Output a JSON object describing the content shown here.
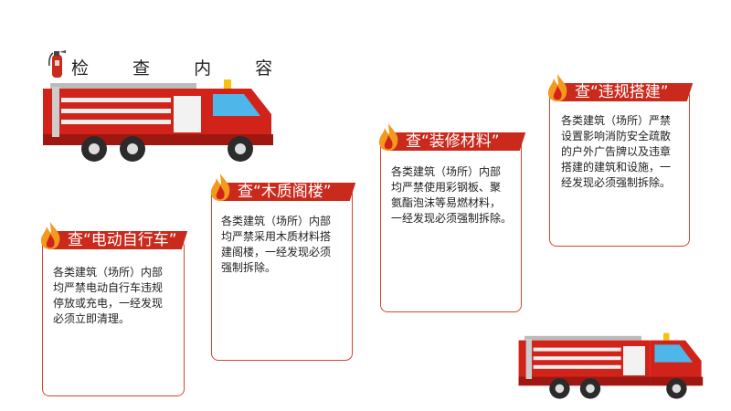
{
  "title": "检 查 内 容",
  "cards": [
    {
      "header": "查“电动自行车”",
      "body": [
        "各类建筑（场所）内部",
        "均严禁电动自行车违规",
        "停放或充电，一经发现",
        "必须立即清理。"
      ]
    },
    {
      "header": "查“木质阁楼”",
      "body": [
        "各类建筑（场所）内部",
        "均严禁采用木质材料搭",
        "建阁楼，一经发现必须",
        "强制拆除。"
      ]
    },
    {
      "header": "查“装修材料”",
      "body": [
        "各类建筑（场所）内部",
        "均严禁使用彩钢板、聚",
        "氨酯泡沫等易燃材料，",
        "一经发现必须强制拆除。"
      ]
    },
    {
      "header": "查“违规搭建”",
      "body": [
        "各类建筑（场所）严禁",
        "设置影响消防安全疏散",
        "的户外广告牌以及违章",
        "搭建的建筑和设施，一",
        "经发现必须强制拆除。"
      ]
    }
  ],
  "colors": {
    "accent": "#c92a1c",
    "border": "#d9432e",
    "flame": "#f39a1e"
  },
  "icons": [
    "fire-extinguisher-icon",
    "flame-icon",
    "fire-truck-icon"
  ]
}
